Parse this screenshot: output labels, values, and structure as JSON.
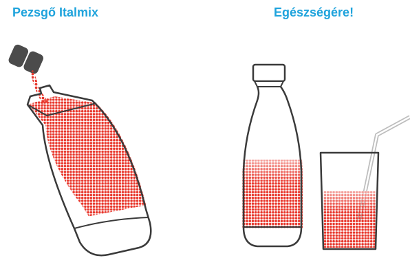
{
  "captions": {
    "left": "Pezsgő Italmix",
    "right": "Egészségére!"
  },
  "colors": {
    "caption": "#1ea3dc",
    "liquid": "#e8362b",
    "outline": "#3a3a3a",
    "cap": "#4b4b4b",
    "straw": "#bdbdbd"
  },
  "illustrations": {
    "left": "syrup-capsule-pouring-into-tilted-bottle",
    "right": "filled-bottle-and-glass-with-straw"
  }
}
